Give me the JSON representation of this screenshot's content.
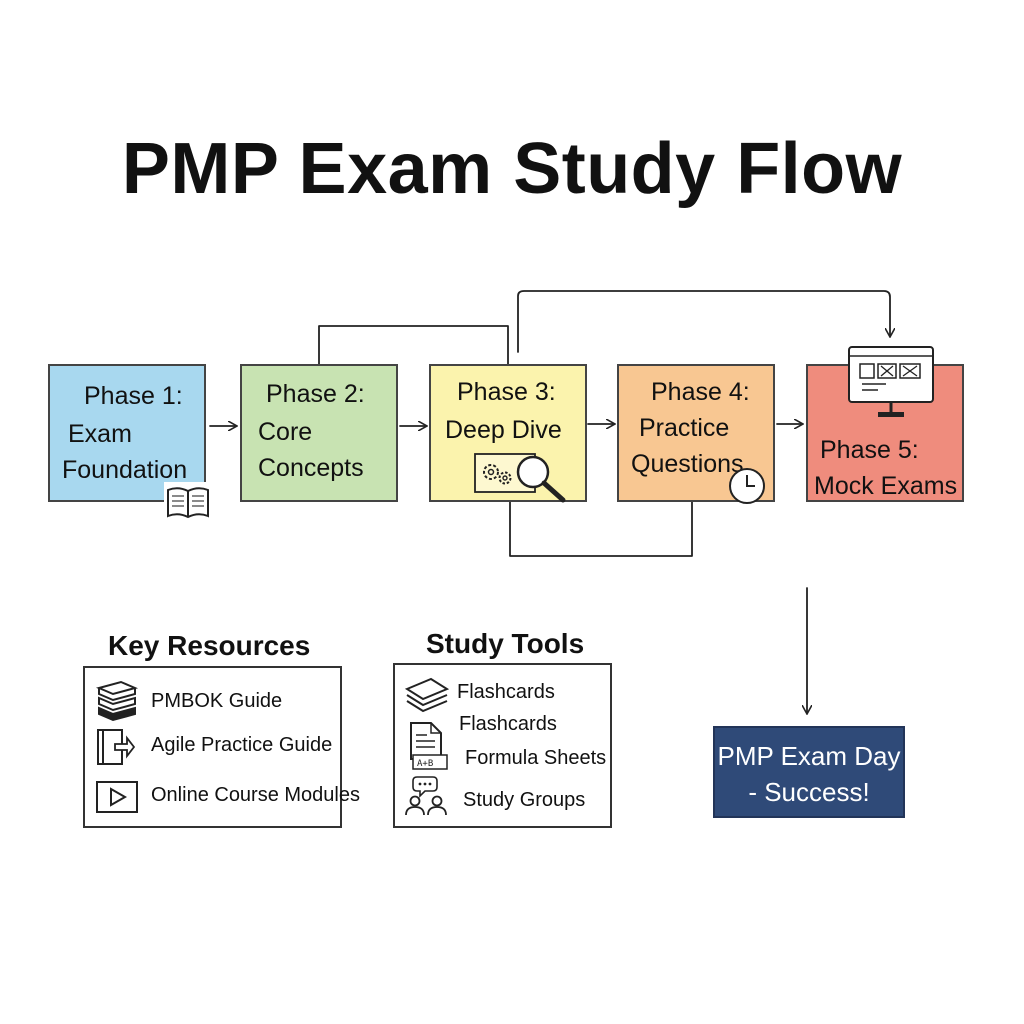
{
  "title": "PMP Exam Study Flow",
  "phases": [
    {
      "line1": "Phase 1:",
      "line2": "Exam",
      "line3": "Foundation",
      "color": "#a8d8ef"
    },
    {
      "line1": "Phase 2:",
      "line2": "Core",
      "line3": "Concepts",
      "color": "#c8e3b2"
    },
    {
      "line1": "Phase 3:",
      "line2": "Deep Dive",
      "color": "#fbf3ad"
    },
    {
      "line1": "Phase 4:",
      "line2": "Practice",
      "line3": "Questions",
      "color": "#f8c792"
    },
    {
      "line1": "Phase 5:",
      "line2": "Mock Exams",
      "color": "#ef8c7d"
    }
  ],
  "key_resources": {
    "title": "Key Resources",
    "items": [
      "PMBOK Guide",
      "Agile Practice Guide",
      "Online Course Modules"
    ]
  },
  "study_tools": {
    "title": "Study Tools",
    "items": [
      "Flashcards",
      "Flashcards",
      "Formula Sheets",
      "Study Groups"
    ]
  },
  "final": {
    "line1": "PMP Exam Day",
    "line2": "- Success!",
    "color": "#2f4a78"
  }
}
